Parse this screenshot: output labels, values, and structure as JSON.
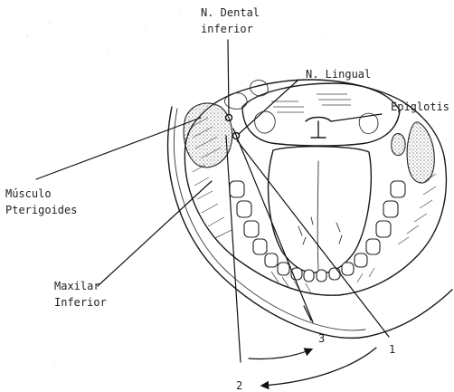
{
  "labels": {
    "n_dental_line1": "N. Dental",
    "n_dental_line2": "inferior",
    "n_lingual": "N. Lingual",
    "epiglotis": "Epiglotis",
    "musculo_line1": "Músculo",
    "musculo_line2": "Pterigoides",
    "maxilar_line1": "Maxilar",
    "maxilar_line2": "Inferior"
  },
  "markers": {
    "one": "1",
    "two": "2",
    "three": "3"
  }
}
